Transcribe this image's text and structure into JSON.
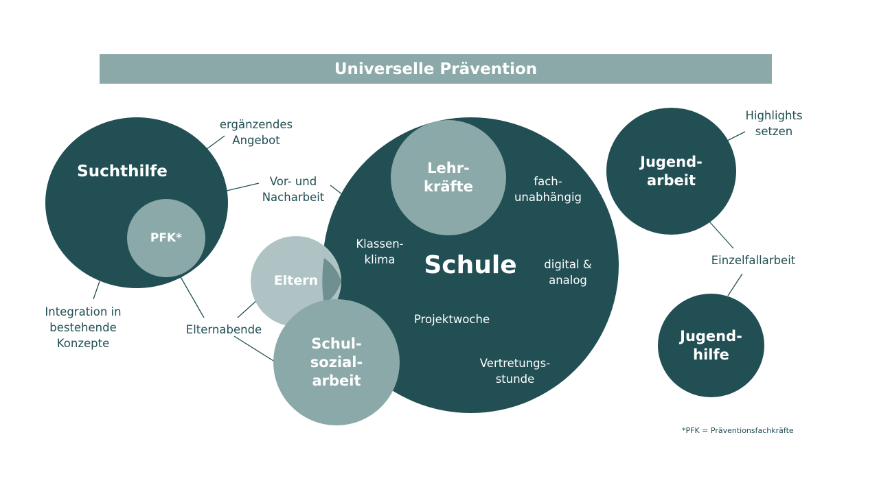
{
  "title": "Universelle Prävention",
  "circles": {
    "suchthilfe": "Suchthilfe",
    "pfk": "PFK*",
    "schule": "Schule",
    "lehrkraefte": "Lehr-\nkräfte",
    "eltern": "Eltern",
    "schulsozialarbeit": "Schul-\nsozial-\narbeit",
    "jugendarbeit": "Jugend-\narbeit",
    "jugendhilfe": "Jugend-\nhilfe"
  },
  "labels": {
    "ergaenzendes_angebot": "ergänzendes\nAngebot",
    "vor_nacharbeit": "Vor- und\nNacharbeit",
    "integration": "Integration in\nbestehende\nKonzepte",
    "elternabende": "Elternabende",
    "highlights": "Highlights\nsetzen",
    "einzelfallarbeit": "Einzelfallarbeit"
  },
  "schule_items": {
    "fachunabhaengig": "fach-\nunabhängig",
    "klassenklima": "Klassen-\nklima",
    "digital_analog": "digital &\nanalog",
    "projektwoche": "Projektwoche",
    "vertretungsstunde": "Vertretungs-\nstunde"
  },
  "footnote": "*PFK = Präventionsfachkräfte",
  "colors": {
    "dark": "#214f54",
    "mid": "#8ba9a9",
    "light": "#b0c3c4"
  }
}
